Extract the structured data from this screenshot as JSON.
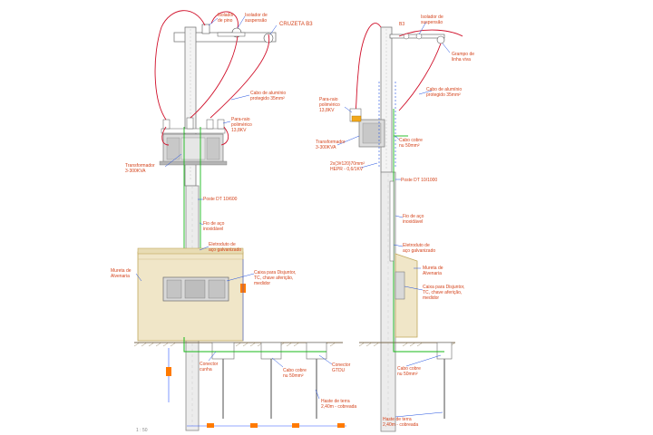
{
  "colors": {
    "annotation": "#d4431b",
    "leader": "#1f4fe0",
    "cable": "#d0102a",
    "ground": "#18b81a",
    "box_fill": "#f0e6c8",
    "box_edge": "#c0a75a",
    "dimension_mark": "#ff7a00"
  },
  "left_view": {
    "labels": {
      "isolator_pino": "Isolador\nde pino",
      "isolator_suspensao": "Isolador de\nsuspensão",
      "cruzeta": "CRUZETA B3",
      "cabo_aluminio": "Cabo de alumínio\nprotegido 35mm²",
      "para_raio": "Para-raio\npolimérico\n13,8KV",
      "transformador": "Transformador\n3-300KVA",
      "poste": "Poste DT 10/600",
      "fio_aco": "Fio de aço\ninoxidável",
      "eletroduto": "Eletroduto de\naço galvanizado",
      "mureta": "Mureta de\nAlvenaria",
      "caixa": "Caixa para Disjuntor,\nTC, chave aferição,\nmedidor",
      "conector": "Conector\ncunha",
      "cabo_cobre": "Cabo cobre\nnu 50mm²",
      "conector_gtdu": "Conector\nGTDU",
      "haste": "Haste de terra\n2,40m - cobreada",
      "scale_note": "1 : 50"
    }
  },
  "right_view": {
    "labels": {
      "b3": "B3",
      "isolator_suspensao": "Isolador de\nsuspensão",
      "grampo": "Grampo de\nlinha viva",
      "cabo_aluminio": "Cabo de alumínio\nprotegido 35mm²",
      "para_raio": "Para-raio\npolimérico\n13,8KV",
      "cabo_cobre_top": "Cabo cobre\nnu 50mm²",
      "transformador": "Transformador\n3-300KVA",
      "cabo_epr": "2x(3#120)70mm²\nHEPR - 0,6/1KV",
      "poste": "Poste DT 10/1000",
      "fio_aco": "Fio de aço\ninoxidável",
      "eletroduto": "Eletroduto de\naço galvanizado",
      "mureta": "Mureta de\nAlvenaria",
      "caixa": "Caixa para Disjuntor,\nTC, chave aferição,\nmedidor",
      "cabo_cobre_bottom": "Cabo cobre\nnu 50mm²",
      "haste": "Haste de terra\n2,40m - cobreada"
    }
  }
}
